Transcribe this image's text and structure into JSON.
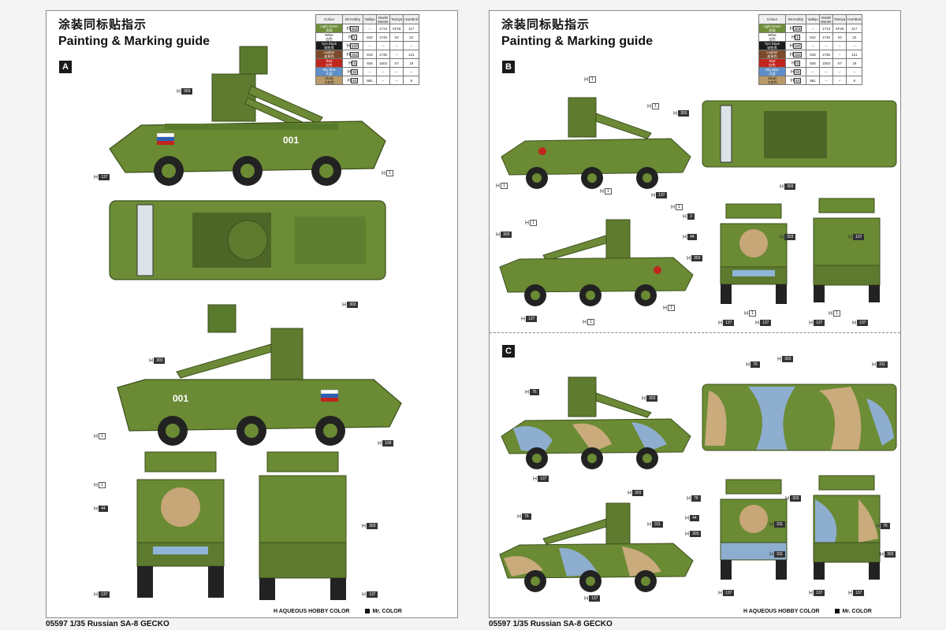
{
  "document": {
    "title_cn": "涂装同标贴指示",
    "title_en": "Painting & Marking guide",
    "footer": "05597  1/35 Russian SA-8 GECKO",
    "legend_aqueous": "AQUEOUS HOBBY COLOR",
    "legend_aqueous_prefix": "H",
    "legend_mr": "Mr. COLOR"
  },
  "color_table": {
    "headers": [
      "Colour",
      "Mr.Hobby",
      "Vallejo",
      "Model Master",
      "Tamiya",
      "Humbrol"
    ],
    "rows": [
      {
        "name": "Light Green",
        "name_cn": "亮绿",
        "swatch": "#6f8f3a",
        "code": "303",
        "vallejo": "--",
        "modelmaster": "1713",
        "tamiya": "XF26",
        "humbrol": "117"
      },
      {
        "name": "White",
        "name_cn": "白色",
        "swatch": "#ffffff",
        "code": "1",
        "vallejo": "842",
        "modelmaster": "1745",
        "tamiya": "X2",
        "humbrol": "22"
      },
      {
        "name": "Tyre Black",
        "name_cn": "轮胎黑",
        "swatch": "#1b1b1b",
        "code": "137",
        "vallejo": "--",
        "modelmaster": "--",
        "tamiya": "--",
        "humbrol": "--"
      },
      {
        "name": "Leather",
        "name_cn": "皮革色",
        "swatch": "#7a4a2a",
        "code": "311",
        "vallejo": "818",
        "modelmaster": "1736",
        "tamiya": "--",
        "humbrol": "121"
      },
      {
        "name": "Red",
        "name_cn": "红色",
        "swatch": "#c0261e",
        "code": "3",
        "vallejo": "926",
        "modelmaster": "1503",
        "tamiya": "X7",
        "humbrol": "19"
      },
      {
        "name": "Sky Blue",
        "name_cn": "天蓝",
        "swatch": "#5f8fc8",
        "code": "34",
        "vallejo": "--",
        "modelmaster": "--",
        "tamiya": "--",
        "humbrol": "--"
      },
      {
        "name": "Khaki",
        "name_cn": "卡其色",
        "swatch": "#b99a6a",
        "code": "44",
        "vallejo": "981",
        "modelmaster": "--",
        "tamiya": "--",
        "humbrol": "9"
      }
    ]
  },
  "schemes": [
    "A",
    "B",
    "C"
  ],
  "vehicle": {
    "hull_number": "001"
  },
  "callouts_left": [
    {
      "id": "a1",
      "code": "303"
    },
    {
      "id": "a2",
      "code": "137"
    },
    {
      "id": "a3",
      "code": "1"
    },
    {
      "id": "a4",
      "code": "303"
    },
    {
      "id": "a5",
      "code": "303"
    },
    {
      "id": "a6",
      "code": "1"
    },
    {
      "id": "a7",
      "code": "109"
    },
    {
      "id": "a8",
      "code": "1"
    },
    {
      "id": "a9",
      "code": "44"
    },
    {
      "id": "a10",
      "code": "303"
    },
    {
      "id": "a11",
      "code": "137"
    },
    {
      "id": "a12",
      "code": "137"
    }
  ],
  "callouts_right": [
    {
      "id": "b1",
      "code": "1"
    },
    {
      "id": "b2",
      "code": "1"
    },
    {
      "id": "b3",
      "code": "303"
    },
    {
      "id": "b4",
      "code": "1"
    },
    {
      "id": "b5",
      "code": "1"
    },
    {
      "id": "b6",
      "code": "137"
    },
    {
      "id": "b7",
      "code": "303"
    },
    {
      "id": "b8",
      "code": "1"
    },
    {
      "id": "b9",
      "code": "303"
    },
    {
      "id": "b10",
      "code": "1"
    },
    {
      "id": "b11",
      "code": "137"
    },
    {
      "id": "b12",
      "code": "1"
    },
    {
      "id": "b13",
      "code": "3"
    },
    {
      "id": "b14",
      "code": "44"
    },
    {
      "id": "b15",
      "code": "303"
    },
    {
      "id": "b16",
      "code": "137"
    },
    {
      "id": "b17",
      "code": "1"
    },
    {
      "id": "b18",
      "code": "137"
    },
    {
      "id": "b19",
      "code": "303"
    },
    {
      "id": "b20",
      "code": "1"
    },
    {
      "id": "b21",
      "code": "137"
    },
    {
      "id": "b22",
      "code": "137"
    },
    {
      "id": "b23",
      "code": "1"
    },
    {
      "id": "b24",
      "code": "137"
    },
    {
      "id": "c1",
      "code": "76"
    },
    {
      "id": "c2",
      "code": "303"
    },
    {
      "id": "c3",
      "code": "76"
    },
    {
      "id": "c4",
      "code": "303"
    },
    {
      "id": "c5",
      "code": "311"
    },
    {
      "id": "c6",
      "code": "137"
    },
    {
      "id": "c7",
      "code": "76"
    },
    {
      "id": "c8",
      "code": "303"
    },
    {
      "id": "c9",
      "code": "311"
    },
    {
      "id": "c10",
      "code": "303"
    },
    {
      "id": "c11",
      "code": "311"
    },
    {
      "id": "c12",
      "code": "76"
    },
    {
      "id": "c13",
      "code": "44"
    },
    {
      "id": "c14",
      "code": "303"
    },
    {
      "id": "c15",
      "code": "311"
    },
    {
      "id": "c16",
      "code": "76"
    },
    {
      "id": "c17",
      "code": "303"
    },
    {
      "id": "c18",
      "code": "137"
    },
    {
      "id": "c19",
      "code": "137"
    },
    {
      "id": "c20",
      "code": "137"
    },
    {
      "id": "c21",
      "code": "137"
    }
  ]
}
